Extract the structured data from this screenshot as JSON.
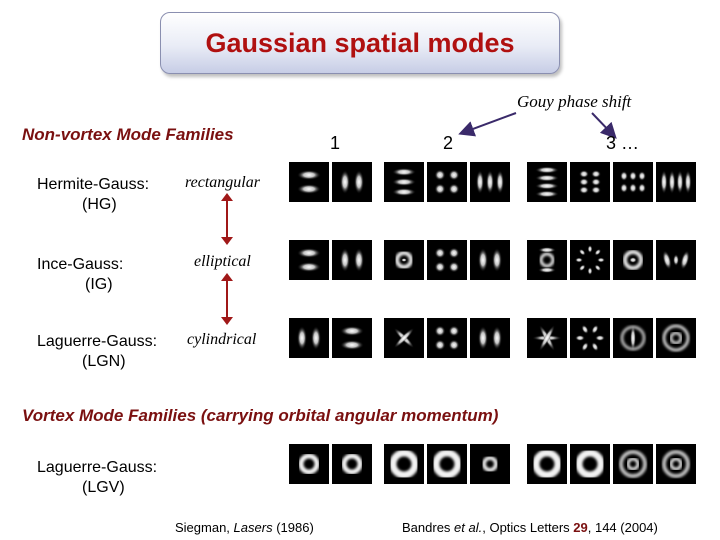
{
  "title": "Gaussian spatial modes",
  "gouy_label": "Gouy phase shift",
  "non_vortex_heading": "Non-vortex Mode Families",
  "vortex_heading": "Vortex Mode Families (carrying orbital angular momentum)",
  "column_numbers": [
    "1",
    "2",
    "3 …"
  ],
  "rows": {
    "hg": {
      "name": "Hermite-Gauss:",
      "abbr": "(HG)",
      "geometry": "rectangular"
    },
    "ig": {
      "name": "Ince-Gauss:",
      "abbr": "(IG)",
      "geometry": "elliptical"
    },
    "lgn": {
      "name": "Laguerre-Gauss:",
      "abbr": "(LGN)",
      "geometry": "cylindrical"
    },
    "lgv": {
      "name": "Laguerre-Gauss:",
      "abbr": "(LGV)"
    }
  },
  "citations": {
    "siegman_author": "Siegman, ",
    "siegman_title": "Lasers",
    "siegman_year": " (1986)",
    "bandres_author": "Bandres ",
    "bandres_etal": "et al.",
    "bandres_journal": ", Optics Letters ",
    "bandres_volume": "29",
    "bandres_rest": ", 144 (2004)"
  },
  "colors": {
    "title": "#b01010",
    "heading": "#7a1010",
    "arrow_red": "#a01818",
    "arrow_purple": "#3a2a6a",
    "volume": "#7a1010"
  },
  "mode_patterns": {
    "hg": [
      "hbars2",
      "vbars2",
      "hbars3",
      "grid4",
      "vbars3",
      "hbars4",
      "grid6",
      "grid6b",
      "vbars4"
    ],
    "ig": [
      "hbars2",
      "vbars2",
      "ellipse",
      "grid4",
      "vbars2",
      "ellipse3",
      "star",
      "ellipse2",
      "xstar"
    ],
    "lgn": [
      "vbars2",
      "hbars2",
      "cross",
      "grid4",
      "vbars2",
      "star6",
      "spokes",
      "vring",
      "ring"
    ],
    "lgv": [
      "donut",
      "donut",
      "donut_big",
      "donut_big",
      "donut_small",
      "donut_big",
      "donut_big",
      "ring2",
      "ring2"
    ]
  }
}
